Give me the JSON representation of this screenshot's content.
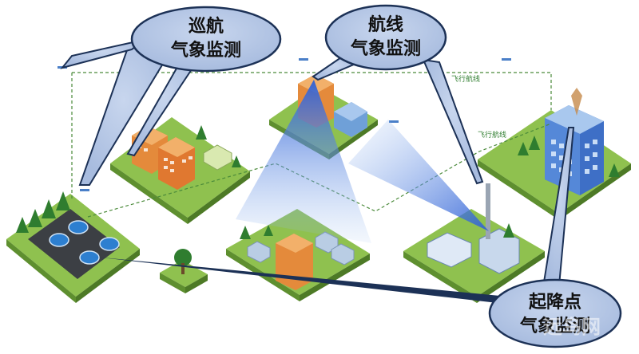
{
  "callouts": {
    "cruise": {
      "line1": "巡航",
      "line2": "气象监测"
    },
    "route": {
      "line1": "航线",
      "line2": "气象监测"
    },
    "takeoff": {
      "line1": "起降点",
      "line2": "气象监测"
    }
  },
  "route_labels": {
    "top": "飞行航线",
    "right": "飞行航线"
  },
  "watermark": "远鸟网",
  "colors": {
    "callout_fill": "#b9c9e4",
    "callout_stroke": "#1c3156",
    "grass": "#8fc14f",
    "grass_side": "#5e8f2f",
    "route_line": "#4a8a3a",
    "beam": "#3d6fdc"
  }
}
